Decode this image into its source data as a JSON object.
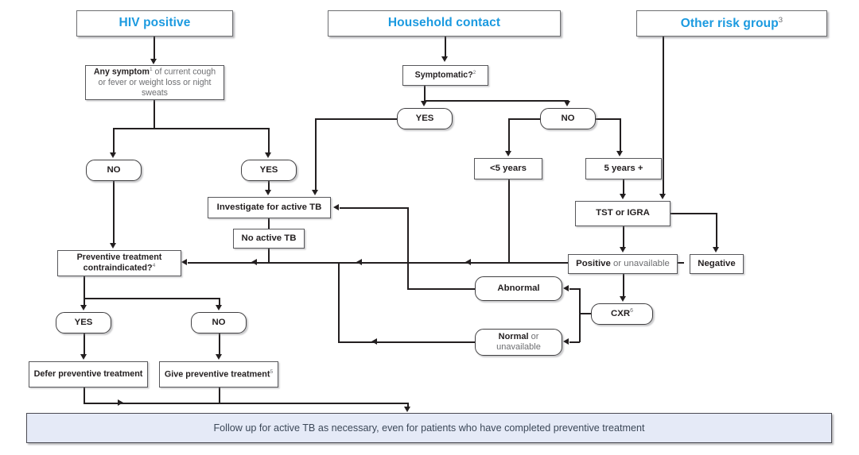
{
  "diagram": {
    "title_nodes": {
      "hiv_positive": "HIV positive",
      "household_contact": "Household contact",
      "other_risk_group": "Other risk group",
      "other_risk_group_sup": "3"
    },
    "nodes": {
      "any_symptom_bold": "Any symptom",
      "any_symptom_sup": "1",
      "any_symptom_rest": " of current cough or fever or weight loss or night sweats",
      "symptomatic": "Symptomatic?",
      "symptomatic_sup": "2",
      "hiv_no": "NO",
      "hiv_yes": "YES",
      "hc_yes": "YES",
      "hc_no": "NO",
      "under5": "<5 years",
      "over5": "5 years +",
      "tst_igra": "TST or IGRA",
      "investigate": "Investigate for active TB",
      "no_active_tb": "No active TB",
      "positive_bold": "Positive",
      "positive_rest": " or unavailable",
      "negative": "Negative",
      "cxr": "CXR",
      "cxr_sup": "6",
      "abnormal": "Abnormal",
      "normal_bold": "Normal",
      "normal_rest": " or unavailable",
      "contraindicated": "Preventive treatment contraindicated?",
      "contraindicated_sup": "4",
      "ct_yes": "YES",
      "ct_no": "NO",
      "defer": "Defer preventive treatment",
      "give_bold": "Give preventive treatment",
      "give_sup": "5",
      "footer": "Follow up for active TB as necessary, even for patients who have completed preventive treatment"
    },
    "colors": {
      "header_text": "#1b9ae0",
      "body_text": "#231f20",
      "muted_text": "#6d6e71",
      "line": "#231f20",
      "footer_fill": "#e5eaf7",
      "footer_text": "#3c4858"
    }
  }
}
